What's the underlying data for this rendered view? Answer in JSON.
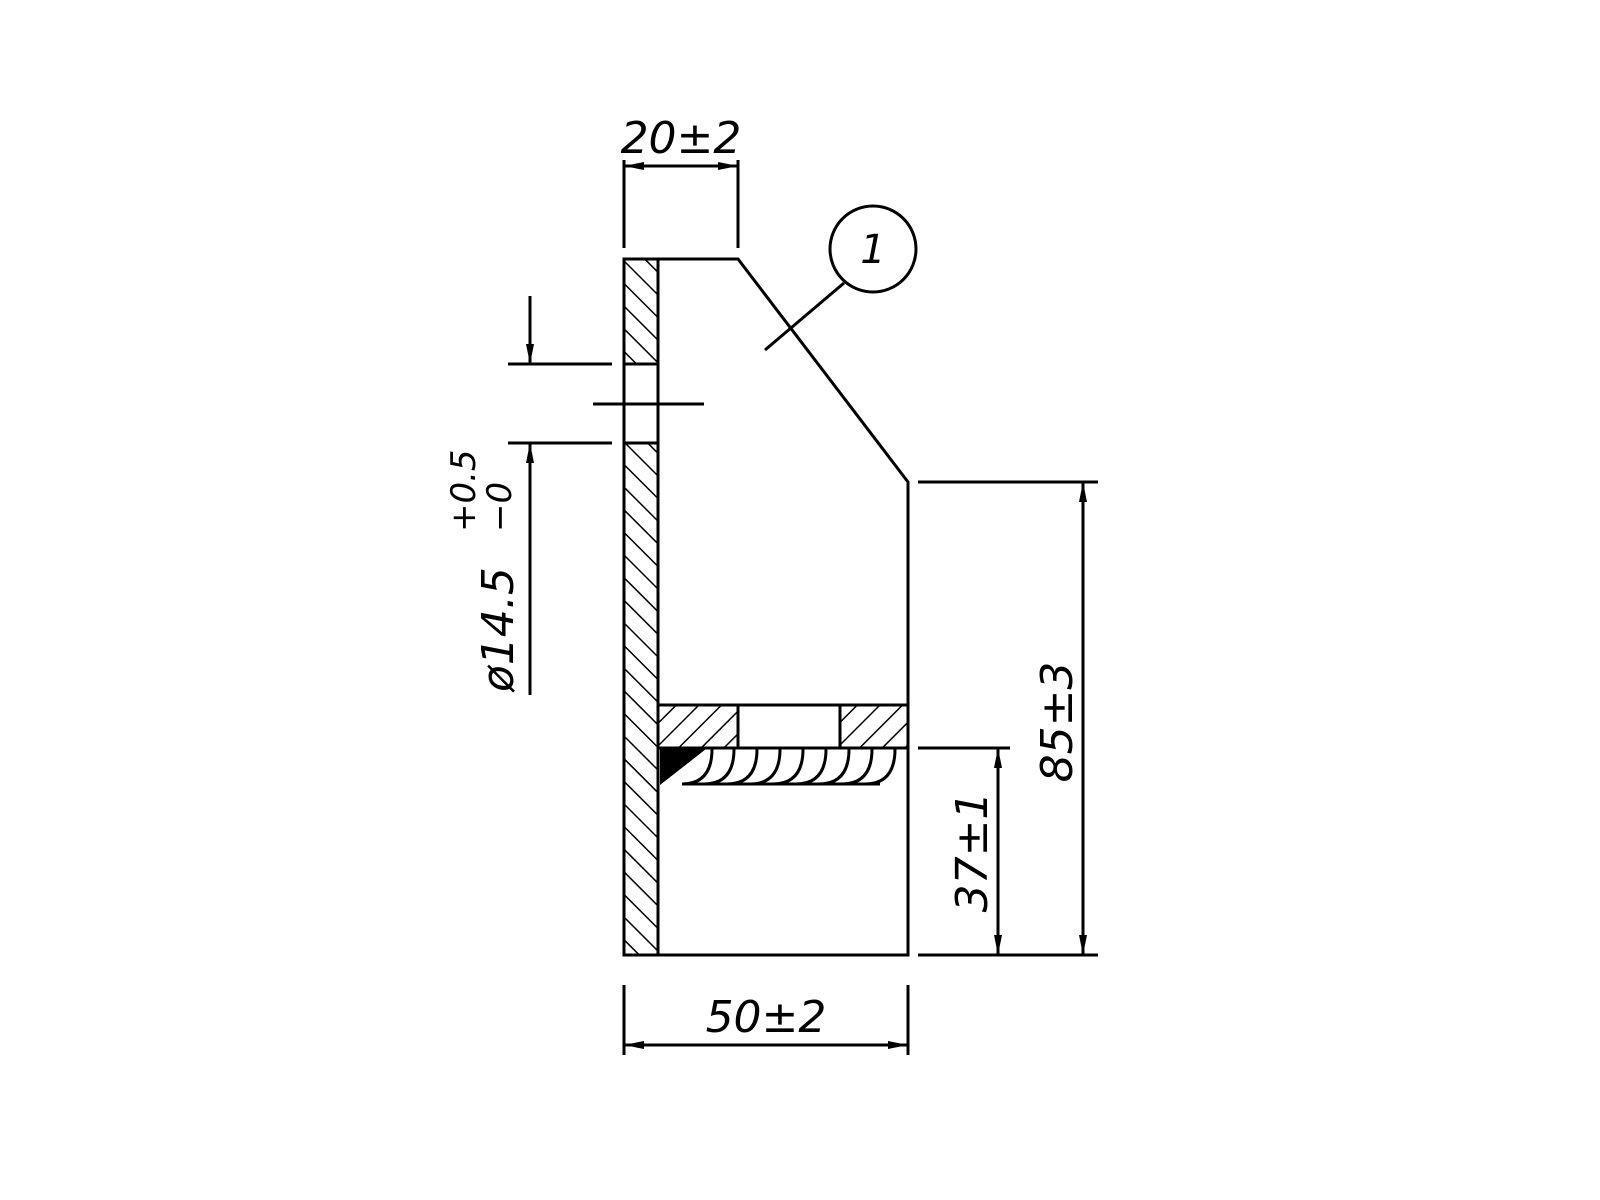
{
  "drawing": {
    "type": "technical-section-drawing",
    "colors": {
      "line": "#000000",
      "background": "#ffffff"
    },
    "dimensions": {
      "top_width": "20±2",
      "hole_diameter_base": "ø14.5",
      "hole_diameter_upper_tol": "+0.5",
      "hole_diameter_lower_tol": "−0",
      "overall_height": "85±3",
      "shelf_height": "37±1",
      "bottom_width": "50±2"
    },
    "balloon": {
      "label": "1"
    },
    "features": [
      "vertical-plate-hatched",
      "gusset-with-chamfer",
      "horizontal-plate-hatched-with-hole",
      "fillet-weld-bead",
      "hole-centerline"
    ]
  }
}
